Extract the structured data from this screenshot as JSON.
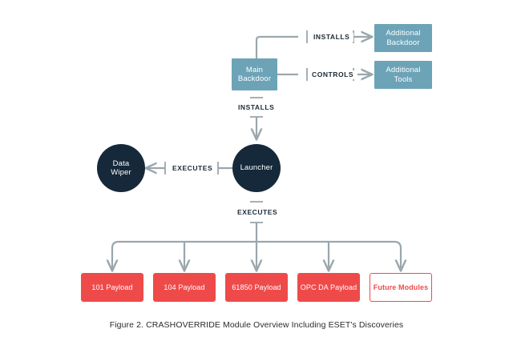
{
  "figure": {
    "caption": "Figure 2. CRASHOVERRIDE Module Overview Including ESET's Discoveries",
    "background_color": "#ffffff",
    "connector_color": "#9aa7ad"
  },
  "colors": {
    "box_blue": "#6ca3b7",
    "circle_navy": "#16293a",
    "payload_red": "#ef4a4a",
    "future_border": "#ef4a4a",
    "future_text": "#ef4a4a",
    "label_text": "#1b2a36",
    "caption_text": "#2b2b2b"
  },
  "nodes": {
    "main_backdoor": {
      "label": "Main\nBackdoor",
      "line1": "Main",
      "line2": "Backdoor",
      "shape": "rect",
      "color": "#6ca3b7"
    },
    "additional_backdoor": {
      "line1": "Additional",
      "line2": "Backdoor",
      "shape": "rect",
      "color": "#6ca3b7"
    },
    "additional_tools": {
      "line1": "Additional",
      "line2": "Tools",
      "shape": "rect",
      "color": "#6ca3b7"
    },
    "launcher": {
      "label": "Launcher",
      "shape": "circle",
      "color": "#16293a"
    },
    "data_wiper": {
      "line1": "Data",
      "line2": "Wiper",
      "shape": "circle",
      "color": "#16293a"
    }
  },
  "edge_labels": {
    "installs_backdoor": "INSTALLS",
    "controls_tools": "CONTROLS",
    "installs_launcher": "INSTALLS",
    "executes_wiper": "EXECUTES",
    "executes_payloads": "EXECUTES"
  },
  "payloads": [
    {
      "label": "101 Payload",
      "style": "filled"
    },
    {
      "label": "104 Payload",
      "style": "filled"
    },
    {
      "label": "61850 Payload",
      "style": "filled"
    },
    {
      "label": "OPC DA Payload",
      "style": "filled"
    },
    {
      "label": "Future Modules",
      "style": "outline"
    }
  ]
}
